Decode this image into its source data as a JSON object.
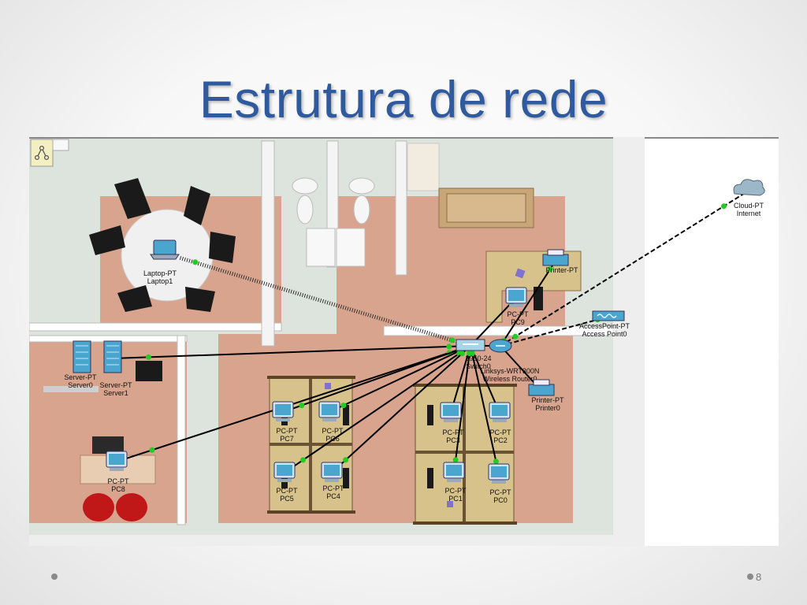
{
  "slide": {
    "title": "Estrutura de rede",
    "number": "8",
    "colors": {
      "title": "#2f5a9e",
      "link_dot": "#22cc22",
      "cable": "#000000"
    }
  },
  "toolbar": {
    "icon": "logical-topology-icon"
  },
  "devices": [
    {
      "id": "cloud",
      "type": "Cloud-PT",
      "name": "Internet",
      "icon": "cloud-icon"
    },
    {
      "id": "laptop1",
      "type": "Laptop-PT",
      "name": "Laptop1",
      "icon": "laptop-icon"
    },
    {
      "id": "printer_top",
      "type": "Printer-PT",
      "name": "",
      "icon": "printer-icon"
    },
    {
      "id": "pc9",
      "type": "PC-PT",
      "name": "PC9",
      "icon": "pc-icon"
    },
    {
      "id": "ap0",
      "type": "AccessPoint-PT",
      "name": "Access Point0",
      "icon": "access-point-icon"
    },
    {
      "id": "switch0",
      "type": "2950-24",
      "name": "Switch0",
      "icon": "switch-icon"
    },
    {
      "id": "router0",
      "type": "Linksys-WRT300N",
      "name": "Wireless Router0",
      "icon": "router-icon"
    },
    {
      "id": "printer0",
      "type": "Printer-PT",
      "name": "Printer0",
      "icon": "printer-icon"
    },
    {
      "id": "server0",
      "type": "Server-PT",
      "name": "Server0",
      "icon": "server-icon"
    },
    {
      "id": "server1",
      "type": "Server-PT",
      "name": "Server1",
      "icon": "server-icon"
    },
    {
      "id": "pc8",
      "type": "PC-PT",
      "name": "PC8",
      "icon": "pc-icon"
    },
    {
      "id": "pc7",
      "type": "PC-PT",
      "name": "PC7",
      "icon": "pc-icon"
    },
    {
      "id": "pc6",
      "type": "PC-PT",
      "name": "PC6",
      "icon": "pc-icon"
    },
    {
      "id": "pc5",
      "type": "PC-PT",
      "name": "PC5",
      "icon": "pc-icon"
    },
    {
      "id": "pc4",
      "type": "PC-PT",
      "name": "PC4",
      "icon": "pc-icon"
    },
    {
      "id": "pc3",
      "type": "PC-PT",
      "name": "PC3",
      "icon": "pc-icon"
    },
    {
      "id": "pc2",
      "type": "PC-PT",
      "name": "PC2",
      "icon": "pc-icon"
    },
    {
      "id": "pc1",
      "type": "PC-PT",
      "name": "PC1",
      "icon": "pc-icon"
    },
    {
      "id": "pc0",
      "type": "PC-PT",
      "name": "PC0",
      "icon": "pc-icon"
    }
  ],
  "links": [
    {
      "from": "switch0",
      "to": "laptop1",
      "style": "serial"
    },
    {
      "from": "router0",
      "to": "cloud",
      "style": "dashed"
    },
    {
      "from": "router0",
      "to": "ap0",
      "style": "dashed"
    },
    {
      "from": "switch0",
      "to": "pc9",
      "style": "solid"
    },
    {
      "from": "router0",
      "to": "printer_top",
      "style": "solid"
    },
    {
      "from": "switch0",
      "to": "router0",
      "style": "solid"
    },
    {
      "from": "router0",
      "to": "printer0",
      "style": "solid"
    },
    {
      "from": "switch0",
      "to": "server1",
      "style": "solid"
    },
    {
      "from": "switch0",
      "to": "pc8",
      "style": "solid"
    },
    {
      "from": "switch0",
      "to": "pc7",
      "style": "solid"
    },
    {
      "from": "switch0",
      "to": "pc6",
      "style": "solid"
    },
    {
      "from": "switch0",
      "to": "pc5",
      "style": "solid"
    },
    {
      "from": "switch0",
      "to": "pc4",
      "style": "solid"
    },
    {
      "from": "switch0",
      "to": "pc3",
      "style": "solid"
    },
    {
      "from": "switch0",
      "to": "pc2",
      "style": "solid"
    },
    {
      "from": "switch0",
      "to": "pc1",
      "style": "solid"
    },
    {
      "from": "switch0",
      "to": "pc0",
      "style": "solid"
    }
  ]
}
